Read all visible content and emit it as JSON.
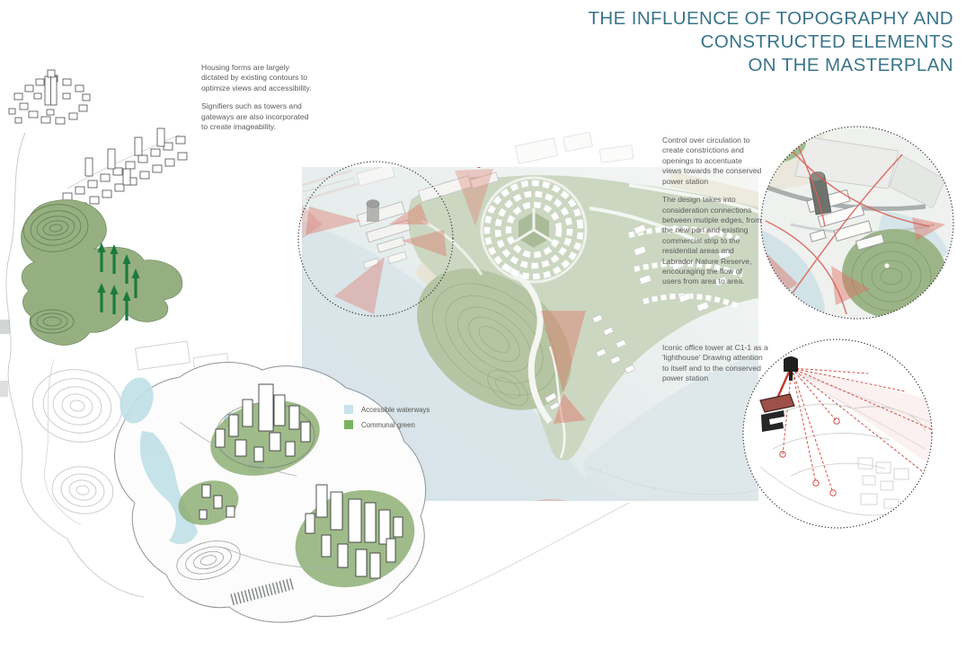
{
  "title": {
    "lines": [
      "THE INFLUENCE OF TOPOGRAPHY AND",
      "CONSTRUCTED ELEMENTS",
      "ON THE MASTERPLAN"
    ],
    "color": "#39748a"
  },
  "annotations": {
    "housing_forms": {
      "paragraphs": [
        "Housing forms are largely dictated by existing contours to optimize views and accessibility.",
        "Signifiers such as towers and gateways are also incorporated to create imageability."
      ]
    },
    "circulation": {
      "paragraphs": [
        "Control over circulation to create constrictions and openings to accentuate views towards the conserved power station",
        "The design takes into consideration connections between mutiple edges, from the new port and existing commercial strip to the residential areas and Labrador Nature Reserve, encouraging the flow of users from area to area."
      ]
    },
    "iconic_tower": {
      "paragraphs": [
        "Iconic office tower at C1-1 as a 'lighthouse' Drawing attention to itself and to the conserved power station"
      ]
    }
  },
  "legend": {
    "items": [
      {
        "label": "Accessible waterways",
        "color": "#c9e3ec"
      },
      {
        "label": "Communal green",
        "color": "#7ab360"
      }
    ]
  },
  "colors": {
    "title_teal": "#39748a",
    "topography_green": "#93ad7d",
    "contour_arrow_green": "#1d7a3e",
    "masterplan_land_green": "#ccd7c2",
    "hill_green": "#b5c5a4",
    "water_blue": "#d5e3e8",
    "view_cone_red": "#dd7264",
    "sight_line_red": "#d25048"
  }
}
